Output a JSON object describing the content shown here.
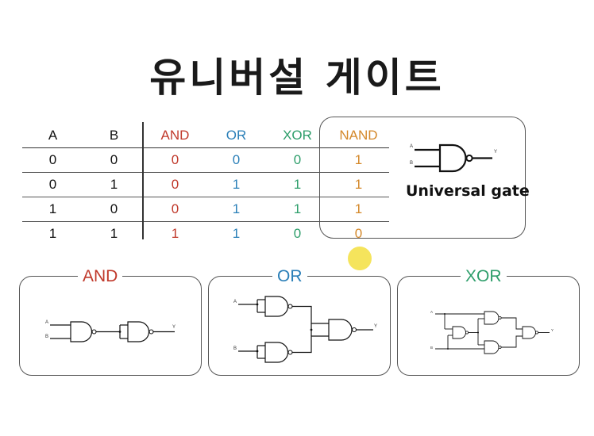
{
  "title": "유니버설 게이트",
  "truth_table": {
    "headers": [
      "A",
      "B",
      "AND",
      "OR",
      "XOR",
      "NAND"
    ],
    "rows": [
      [
        "0",
        "0",
        "0",
        "0",
        "0",
        "1"
      ],
      [
        "0",
        "1",
        "0",
        "1",
        "1",
        "1"
      ],
      [
        "1",
        "0",
        "0",
        "1",
        "1",
        "1"
      ],
      [
        "1",
        "1",
        "1",
        "1",
        "0",
        "0"
      ]
    ]
  },
  "colors": {
    "AND": "#c0392b",
    "OR": "#2a7fb8",
    "XOR": "#2e9e6b",
    "NAND": "#d4882a",
    "default": "#111111"
  },
  "universal": {
    "label": "Universal gate",
    "input_a": "A",
    "input_b": "B",
    "output": "Y"
  },
  "circuits": {
    "and": {
      "label": "AND",
      "input_a": "A",
      "input_b": "B",
      "output": "Y"
    },
    "or": {
      "label": "OR",
      "input_a": "A",
      "input_b": "B",
      "output": "Y"
    },
    "xor": {
      "label": "XOR",
      "input_a": "A",
      "input_b": "B",
      "output": "Y"
    }
  }
}
